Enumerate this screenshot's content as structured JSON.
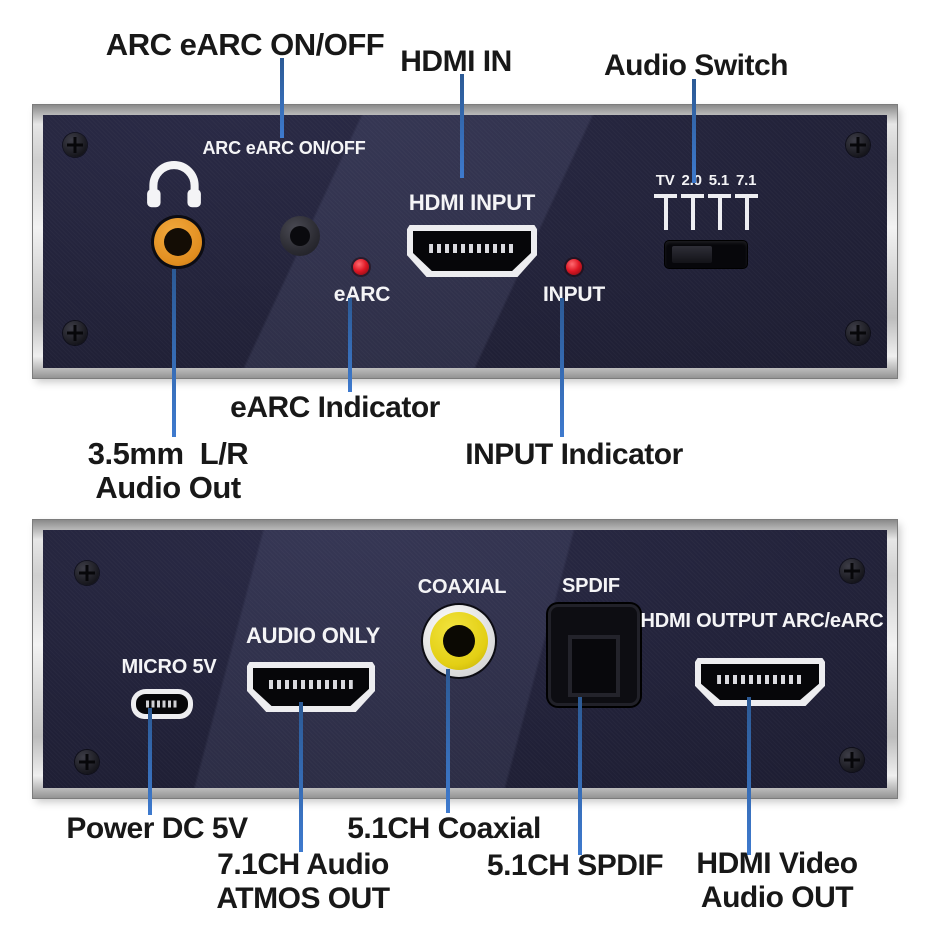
{
  "colors": {
    "leader_blue": "#3a6fbe",
    "panel_navy": "#222239",
    "bezel_silver": "#d9d9d9",
    "jack_orange": "#e8922a",
    "rca_yellow": "#e3cf14",
    "led_red": "#df1724",
    "label_black": "#181818",
    "panel_text_white": "#f4f4f6"
  },
  "front_panel": {
    "callouts_top": [
      {
        "label": "ARC eARC ON/OFF"
      },
      {
        "label": "HDMI IN"
      },
      {
        "label": "Audio Switch"
      }
    ],
    "labels": {
      "arc_switch_lines": [
        "ARC",
        "eARC",
        "ON/OFF"
      ],
      "hdmi_input": "HDMI INPUT",
      "earc": "eARC",
      "input": "INPUT",
      "audio_switch_scale": "TV 2.0 5.1 7.1"
    },
    "callouts_bottom": [
      {
        "label": "eARC Indicator"
      },
      {
        "lines": [
          "3.5mm  L/R",
          "Audio Out"
        ]
      },
      {
        "label": "INPUT Indicator"
      }
    ]
  },
  "rear_panel": {
    "labels": {
      "micro_usb": "MICRO 5V",
      "audio_only": "AUDIO ONLY",
      "coaxial": "COAXIAL",
      "spdif": "SPDIF",
      "hdmi_output_lines": [
        "HDMI OUTPUT",
        "ARC/eARC"
      ]
    },
    "callouts_bottom": [
      {
        "label": "Power DC 5V"
      },
      {
        "lines": [
          "7.1CH Audio",
          "ATMOS OUT"
        ]
      },
      {
        "label": "5.1CH Coaxial"
      },
      {
        "label": "5.1CH SPDIF"
      },
      {
        "lines": [
          "HDMI Video",
          "Audio OUT"
        ]
      }
    ]
  }
}
